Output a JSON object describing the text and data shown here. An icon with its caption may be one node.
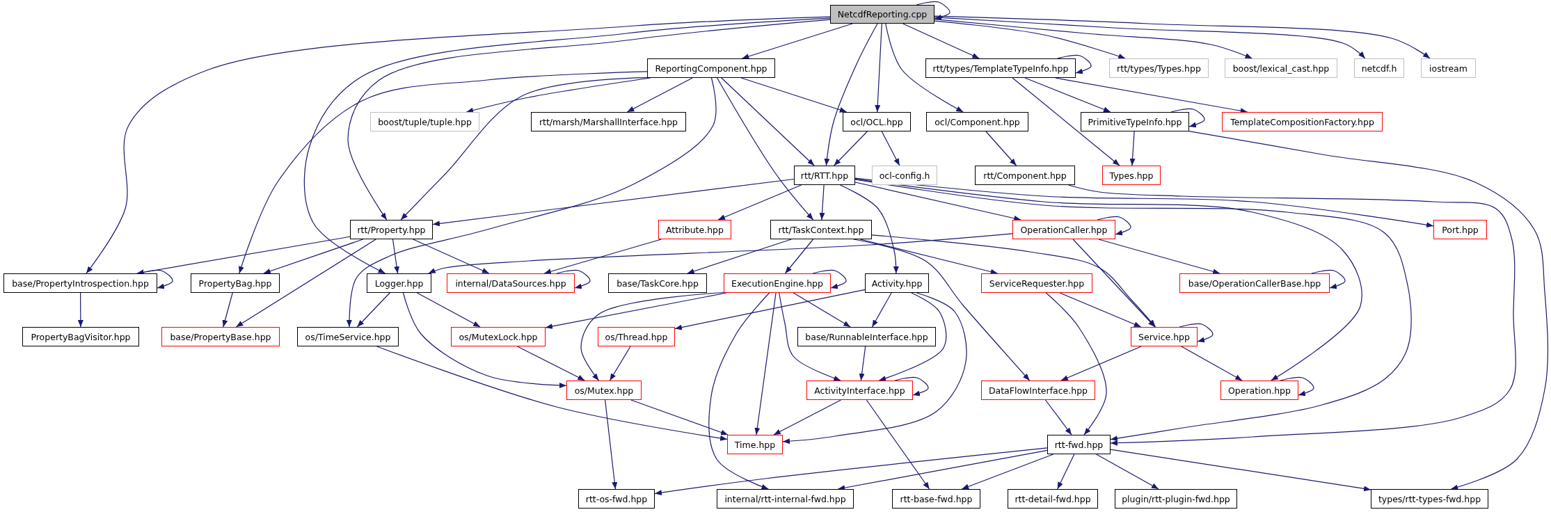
{
  "diagram": {
    "nodes": [
      {
        "text": [
          "NetcdfReporting.cpp"
        ]
      },
      {
        "text": [
          "ReportingComponent.hpp"
        ]
      },
      {
        "text": [
          "rtt/types/TemplateTypeInfo.hpp"
        ]
      },
      {
        "text": [
          "rtt/types/Types.hpp"
        ]
      },
      {
        "text": [
          "boost/lexical_cast.hpp"
        ]
      },
      {
        "text": [
          "netcdf.h"
        ]
      },
      {
        "text": [
          "iostream"
        ]
      },
      {
        "text": [
          "boost/tuple/tuple.hpp"
        ]
      },
      {
        "text": [
          "rtt/marsh/MarshallInterface.hpp"
        ]
      },
      {
        "text": [
          "ocl/OCL.hpp"
        ]
      },
      {
        "text": [
          "ocl/Component.hpp"
        ]
      },
      {
        "text": [
          "PrimitiveTypeInfo.hpp"
        ]
      },
      {
        "text": [
          "TemplateCompositionFactory.hpp"
        ]
      },
      {
        "text": [
          "rtt/RTT.hpp"
        ]
      },
      {
        "text": [
          "ocl-config.h"
        ]
      },
      {
        "text": [
          "rtt/Component.hpp"
        ]
      },
      {
        "text": [
          "Types.hpp"
        ]
      },
      {
        "text": [
          "rtt/Property.hpp"
        ]
      },
      {
        "text": [
          "Attribute.hpp"
        ]
      },
      {
        "text": [
          "rtt/TaskContext.hpp"
        ]
      },
      {
        "text": [
          "OperationCaller.hpp"
        ]
      },
      {
        "text": [
          "Port.hpp"
        ]
      },
      {
        "text": [
          "base/PropertyIntrospection.hpp"
        ]
      },
      {
        "text": [
          "PropertyBag.hpp"
        ]
      },
      {
        "text": [
          "Logger.hpp"
        ]
      },
      {
        "text": [
          "internal/DataSources.hpp"
        ]
      },
      {
        "text": [
          "base/TaskCore.hpp"
        ]
      },
      {
        "text": [
          "ExecutionEngine.hpp"
        ]
      },
      {
        "text": [
          "Activity.hpp"
        ]
      },
      {
        "text": [
          "ServiceRequester.hpp"
        ]
      },
      {
        "text": [
          "base/OperationCallerBase.hpp"
        ]
      },
      {
        "text": [
          "PropertyBagVisitor.hpp"
        ]
      },
      {
        "text": [
          "base/PropertyBase.hpp"
        ]
      },
      {
        "text": [
          "os/TimeService.hpp"
        ]
      },
      {
        "text": [
          "os/MutexLock.hpp"
        ]
      },
      {
        "text": [
          "os/Thread.hpp"
        ]
      },
      {
        "text": [
          "base/RunnableInterface.hpp"
        ]
      },
      {
        "text": [
          "Service.hpp"
        ]
      },
      {
        "text": [
          "os/Mutex.hpp"
        ]
      },
      {
        "text": [
          "ActivityInterface.hpp"
        ]
      },
      {
        "text": [
          "DataFlowInterface.hpp"
        ]
      },
      {
        "text": [
          "Operation.hpp"
        ]
      },
      {
        "text": [
          "Time.hpp"
        ]
      },
      {
        "text": [
          "rtt-fwd.hpp"
        ]
      },
      {
        "text": [
          "rtt-os-fwd.hpp"
        ]
      },
      {
        "text": [
          "internal/rtt-internal-fwd.hpp"
        ]
      },
      {
        "text": [
          "rtt-base-fwd.hpp"
        ]
      },
      {
        "text": [
          "rtt-detail-fwd.hpp"
        ]
      },
      {
        "text": [
          "plugin/rtt-plugin-fwd.hpp"
        ]
      },
      {
        "text": [
          "types/rtt-types-fwd.hpp"
        ]
      }
    ],
    "edges": [
      {
        "from": 0,
        "to": 0,
        "arrow": "to"
      },
      {
        "from": 0,
        "to": 1,
        "arrow": "to"
      },
      {
        "from": 0,
        "to": 13,
        "arrow": "to"
      },
      {
        "from": 0,
        "to": 9,
        "arrow": "to"
      },
      {
        "from": 0,
        "to": 10,
        "arrow": "to"
      },
      {
        "from": 0,
        "to": 2,
        "arrow": "to"
      },
      {
        "from": 0,
        "to": 3,
        "arrow": "to"
      },
      {
        "from": 0,
        "to": 4,
        "arrow": "to"
      },
      {
        "from": 0,
        "to": 5,
        "arrow": "to"
      },
      {
        "from": 0,
        "to": 6,
        "arrow": "to"
      },
      {
        "from": 0,
        "to": 17,
        "arrow": "to"
      },
      {
        "from": 0,
        "to": 22,
        "arrow": "to"
      },
      {
        "from": 0,
        "to": 24,
        "arrow": "to"
      },
      {
        "from": 1,
        "to": 7,
        "arrow": "to"
      },
      {
        "from": 1,
        "to": 8,
        "arrow": "to"
      },
      {
        "from": 1,
        "to": 9,
        "arrow": "to"
      },
      {
        "from": 1,
        "to": 13,
        "arrow": "to"
      },
      {
        "from": 1,
        "to": 19,
        "arrow": "to"
      },
      {
        "from": 1,
        "to": 17,
        "arrow": "to"
      },
      {
        "from": 1,
        "to": 23,
        "arrow": "to"
      },
      {
        "from": 1,
        "to": 33,
        "arrow": "to"
      },
      {
        "from": 2,
        "to": 2,
        "arrow": "to"
      },
      {
        "from": 2,
        "to": 11,
        "arrow": "to"
      },
      {
        "from": 2,
        "to": 12,
        "arrow": "to"
      },
      {
        "from": 2,
        "to": 16,
        "arrow": "to"
      },
      {
        "from": 9,
        "to": 13,
        "arrow": "to"
      },
      {
        "from": 9,
        "to": 14,
        "arrow": "to"
      },
      {
        "from": 10,
        "to": 15,
        "arrow": "to"
      },
      {
        "from": 11,
        "to": 11,
        "arrow": "to"
      },
      {
        "from": 11,
        "to": 16,
        "arrow": "to"
      },
      {
        "from": 11,
        "to": 49,
        "arrow": "to"
      },
      {
        "from": 13,
        "to": 17,
        "arrow": "to"
      },
      {
        "from": 13,
        "to": 18,
        "arrow": "to"
      },
      {
        "from": 13,
        "to": 19,
        "arrow": "to"
      },
      {
        "from": 13,
        "to": 28,
        "arrow": "to"
      },
      {
        "from": 13,
        "to": 20,
        "arrow": "to"
      },
      {
        "from": 13,
        "to": 21,
        "arrow": "to"
      },
      {
        "from": 13,
        "to": 41,
        "arrow": "to"
      },
      {
        "from": 13,
        "to": 43,
        "arrow": "to"
      },
      {
        "from": 15,
        "to": 43,
        "arrow": "to"
      },
      {
        "from": 17,
        "to": 22,
        "arrow": "to"
      },
      {
        "from": 17,
        "to": 23,
        "arrow": "to"
      },
      {
        "from": 17,
        "to": 24,
        "arrow": "to"
      },
      {
        "from": 17,
        "to": 25,
        "arrow": "to"
      },
      {
        "from": 17,
        "to": 32,
        "arrow": "to"
      },
      {
        "from": 18,
        "to": 25,
        "arrow": "to"
      },
      {
        "from": 19,
        "to": 26,
        "arrow": "to"
      },
      {
        "from": 19,
        "to": 27,
        "arrow": "to"
      },
      {
        "from": 19,
        "to": 29,
        "arrow": "to"
      },
      {
        "from": 19,
        "to": 40,
        "arrow": "to"
      },
      {
        "from": 19,
        "to": 37,
        "arrow": "to"
      },
      {
        "from": 20,
        "to": 20,
        "arrow": "to"
      },
      {
        "from": 20,
        "to": 24,
        "arrow": "to"
      },
      {
        "from": 20,
        "to": 37,
        "arrow": "to"
      },
      {
        "from": 20,
        "to": 30,
        "arrow": "to"
      },
      {
        "from": 22,
        "to": 22,
        "arrow": "to"
      },
      {
        "from": 22,
        "to": 31,
        "arrow": "to"
      },
      {
        "from": 23,
        "to": 32,
        "arrow": "to"
      },
      {
        "from": 24,
        "to": 33,
        "arrow": "to"
      },
      {
        "from": 24,
        "to": 34,
        "arrow": "to"
      },
      {
        "from": 24,
        "to": 38,
        "arrow": "to"
      },
      {
        "from": 25,
        "to": 25,
        "arrow": "to"
      },
      {
        "from": 27,
        "to": 27,
        "arrow": "to"
      },
      {
        "from": 27,
        "to": 34,
        "arrow": "to"
      },
      {
        "from": 27,
        "to": 38,
        "arrow": "to"
      },
      {
        "from": 27,
        "to": 36,
        "arrow": "to"
      },
      {
        "from": 27,
        "to": 39,
        "arrow": "to"
      },
      {
        "from": 27,
        "to": 42,
        "arrow": "to"
      },
      {
        "from": 27,
        "to": 45,
        "arrow": "to"
      },
      {
        "from": 28,
        "to": 35,
        "arrow": "to"
      },
      {
        "from": 28,
        "to": 36,
        "arrow": "to"
      },
      {
        "from": 28,
        "to": 39,
        "arrow": "to"
      },
      {
        "from": 28,
        "to": 42,
        "arrow": "to"
      },
      {
        "from": 29,
        "to": 37,
        "arrow": "to"
      },
      {
        "from": 29,
        "to": 43,
        "arrow": "to"
      },
      {
        "from": 30,
        "to": 30,
        "arrow": "to"
      },
      {
        "from": 33,
        "to": 42,
        "arrow": "to"
      },
      {
        "from": 34,
        "to": 38,
        "arrow": "to"
      },
      {
        "from": 35,
        "to": 38,
        "arrow": "to"
      },
      {
        "from": 36,
        "to": 39,
        "arrow": "to"
      },
      {
        "from": 37,
        "to": 37,
        "arrow": "to"
      },
      {
        "from": 37,
        "to": 40,
        "arrow": "to"
      },
      {
        "from": 37,
        "to": 41,
        "arrow": "to"
      },
      {
        "from": 38,
        "to": 42,
        "arrow": "to"
      },
      {
        "from": 38,
        "to": 44,
        "arrow": "to"
      },
      {
        "from": 39,
        "to": 39,
        "arrow": "to"
      },
      {
        "from": 39,
        "to": 42,
        "arrow": "to"
      },
      {
        "from": 39,
        "to": 46,
        "arrow": "to"
      },
      {
        "from": 40,
        "to": 43,
        "arrow": "to"
      },
      {
        "from": 41,
        "to": 41,
        "arrow": "to"
      },
      {
        "from": 43,
        "to": 44,
        "arrow": "to"
      },
      {
        "from": 43,
        "to": 45,
        "arrow": "to"
      },
      {
        "from": 43,
        "to": 46,
        "arrow": "to"
      },
      {
        "from": 43,
        "to": 47,
        "arrow": "to"
      },
      {
        "from": 43,
        "to": 48,
        "arrow": "to"
      },
      {
        "from": 43,
        "to": 49,
        "arrow": "to"
      }
    ]
  }
}
